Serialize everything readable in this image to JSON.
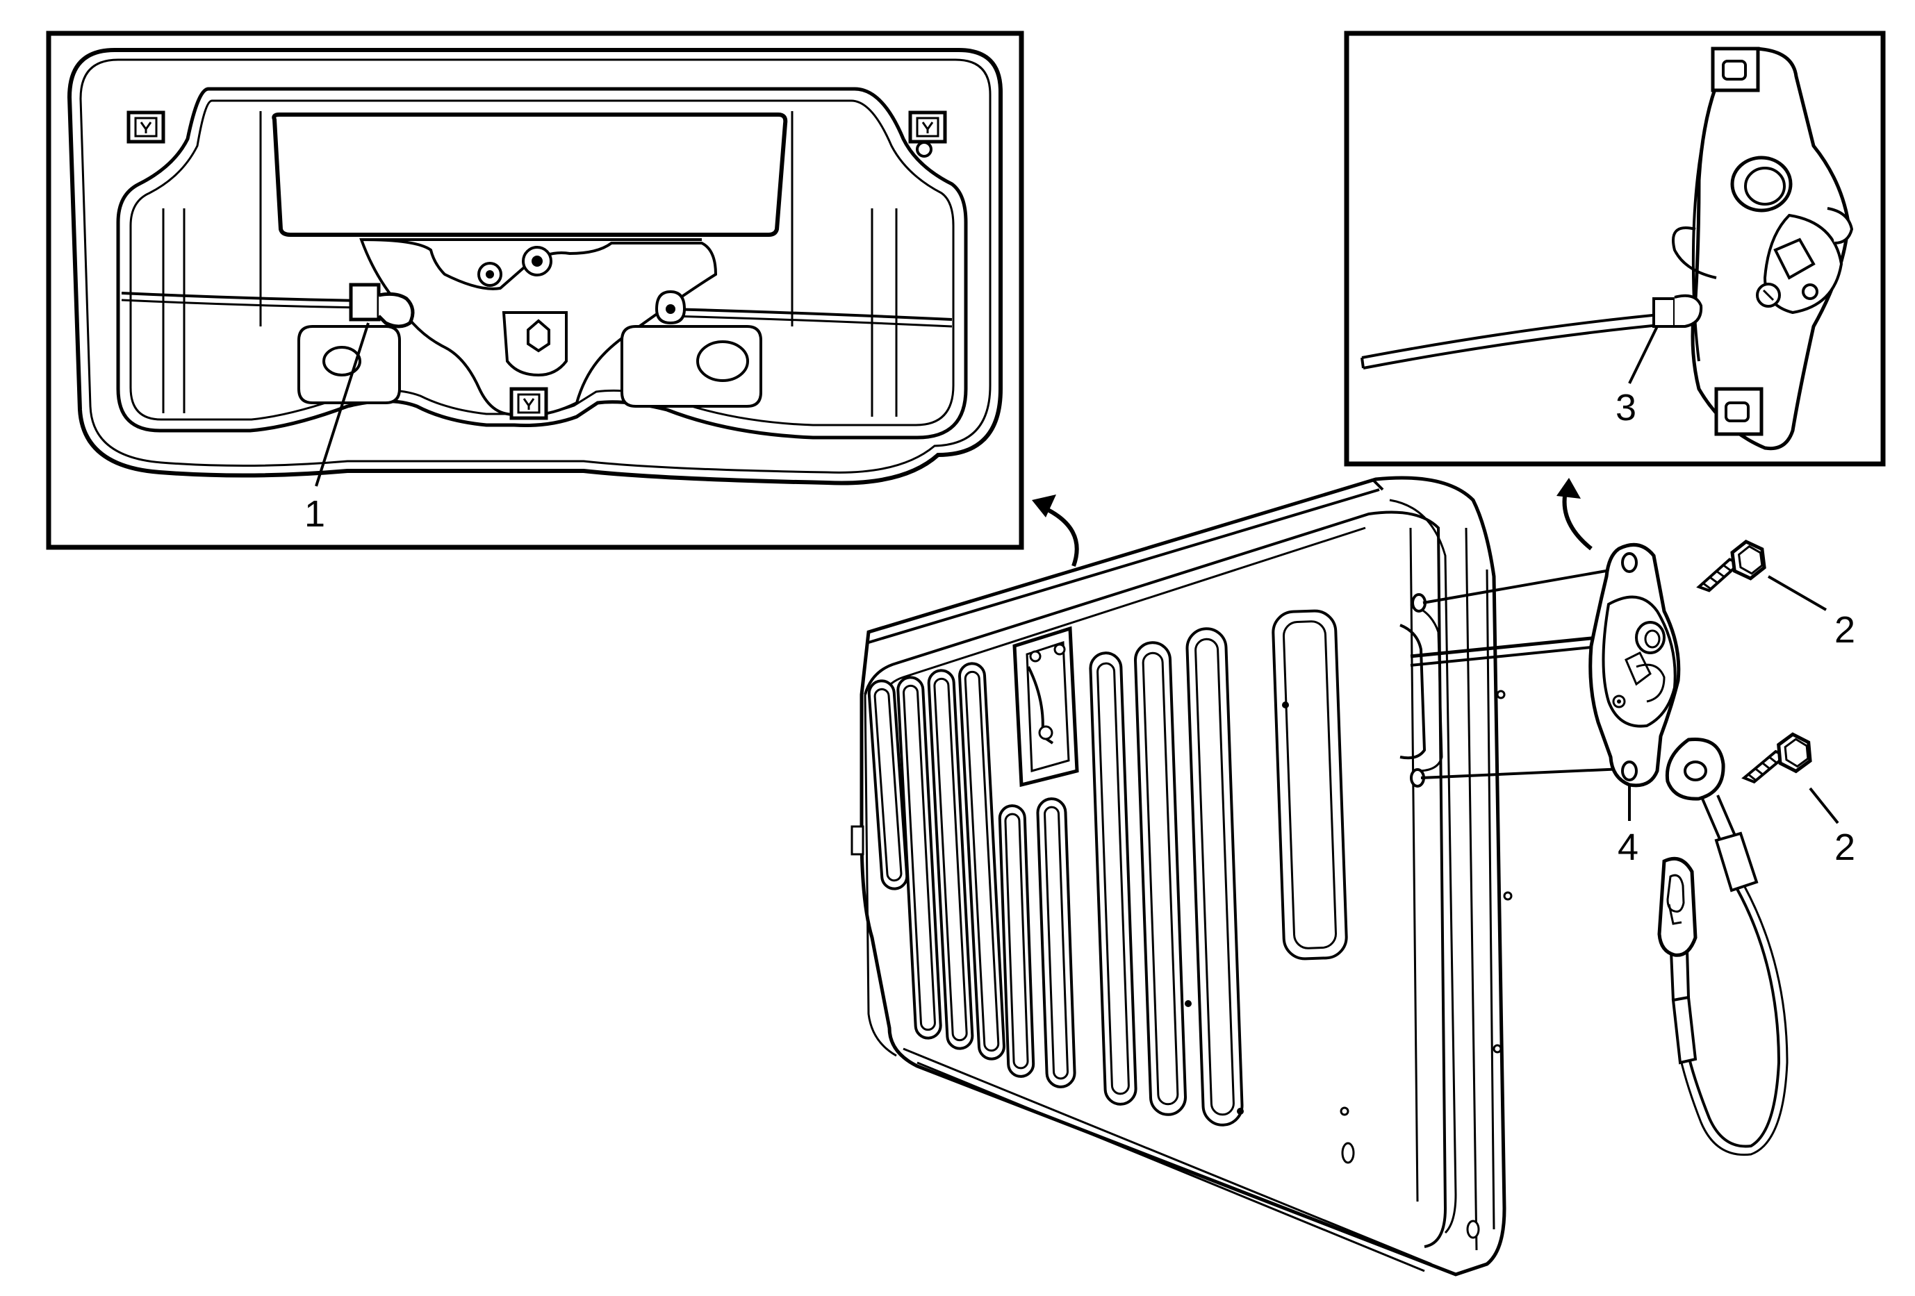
{
  "callouts": {
    "c1": "1",
    "c2a": "2",
    "c2b": "2",
    "c3": "3",
    "c4": "4"
  },
  "colors": {
    "line": "#000000",
    "background": "#ffffff"
  }
}
